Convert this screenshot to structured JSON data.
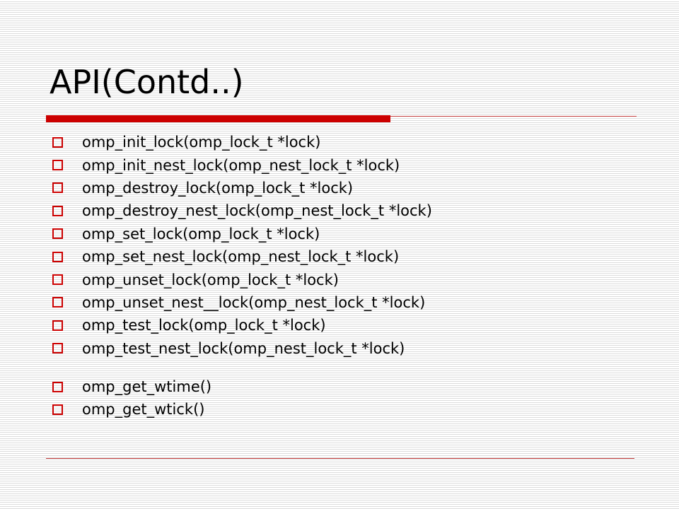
{
  "slide": {
    "title": "API(Contd..)",
    "bullets_group1": [
      "omp_init_lock(omp_lock_t *lock)",
      "omp_init_nest_lock(omp_nest_lock_t *lock)",
      "omp_destroy_lock(omp_lock_t *lock)",
      "omp_destroy_nest_lock(omp_nest_lock_t *lock)",
      "omp_set_lock(omp_lock_t *lock)",
      "omp_set_nest_lock(omp_nest_lock_t *lock)",
      "omp_unset_lock(omp_lock_t *lock)",
      "omp_unset_nest__lock(omp_nest_lock_t *lock)",
      "omp_test_lock(omp_lock_t *lock)",
      "omp_test_nest_lock(omp_nest_lock_t *lock)"
    ],
    "bullets_group2": [
      "omp_get_wtime()",
      "omp_get_wtick()"
    ]
  },
  "colors": {
    "accent": "#cc0000",
    "background_stripe": "#dcdcdc"
  },
  "icons": {
    "bullet": "hollow-square-bullet-icon"
  }
}
